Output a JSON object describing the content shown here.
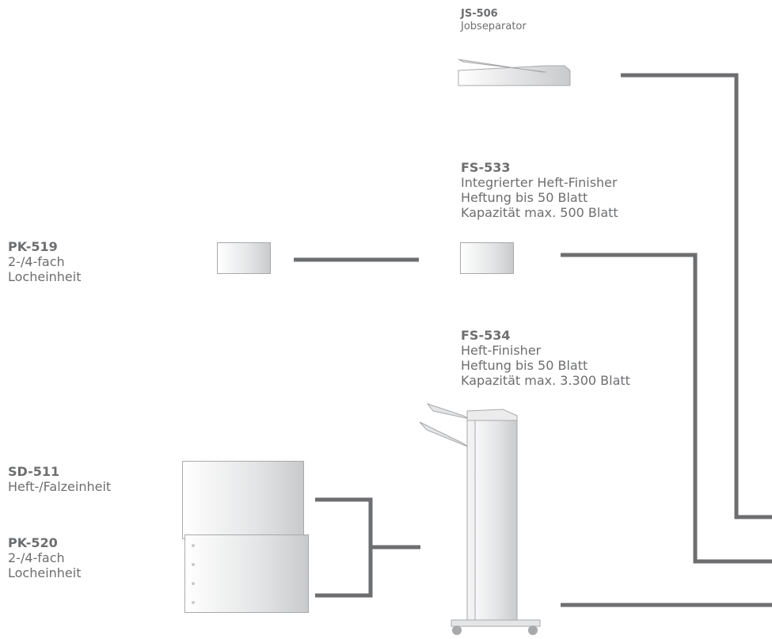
{
  "components": {
    "js506": {
      "code": "JS-506",
      "lines": [
        "Jobseparator"
      ]
    },
    "fs533": {
      "code": "FS-533",
      "lines": [
        "Integrierter Heft-Finisher",
        "Heftung bis 50 Blatt",
        "Kapazität max. 500 Blatt"
      ]
    },
    "pk519": {
      "code": "PK-519",
      "lines": [
        "2-/4-fach",
        "Locheinheit"
      ]
    },
    "fs534": {
      "code": "FS-534",
      "lines": [
        "Heft-Finisher",
        "Heftung bis 50 Blatt",
        "Kapazität max. 3.300 Blatt"
      ]
    },
    "sd511": {
      "code": "SD-511",
      "lines": [
        "Heft-/Falzeinheit"
      ]
    },
    "pk520": {
      "code": "PK-520",
      "lines": [
        "2-/4-fach",
        "Locheinheit"
      ]
    }
  },
  "colors": {
    "text": "#6d6e70",
    "connector": "#6d6e70",
    "outline": "#a8a9ab",
    "fill_dark": "#c9cacc"
  }
}
